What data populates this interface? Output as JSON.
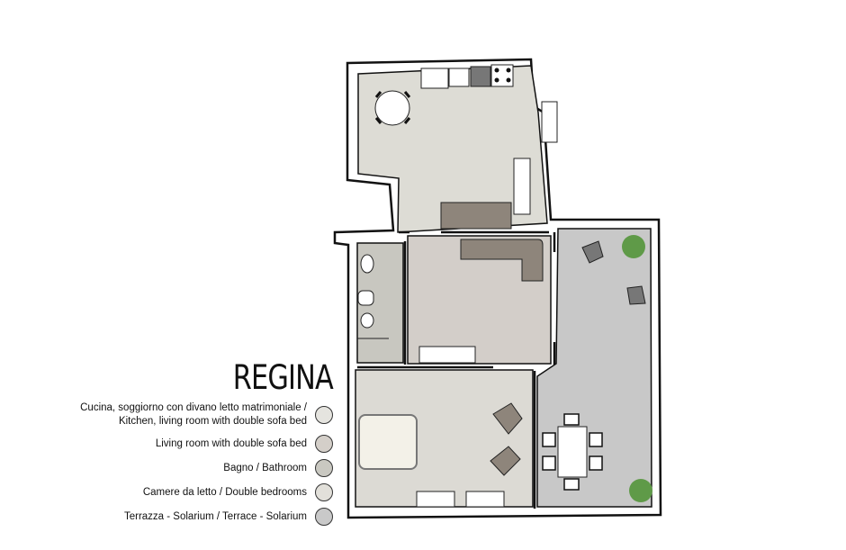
{
  "title": "REGINA",
  "legend": [
    {
      "label_line1": "Cucina, soggiorno con divano letto matrimoniale /",
      "label_line2": "Kitchen, living room with double sofa bed",
      "color": "#e5e4df"
    },
    {
      "label_line1": "Living room with double sofa bed",
      "color": "#d4cfc9"
    },
    {
      "label_line1": "Bagno / Bathroom",
      "color": "#c9c8c1"
    },
    {
      "label_line1": "Camere da letto / Double bedrooms",
      "color": "#e2e0da"
    },
    {
      "label_line1": "Terrazza - Solarium / Terrace - Solarium",
      "color": "#c9c9c9"
    }
  ],
  "colors": {
    "kitchen": "#dddcd5",
    "living": "#d3cec9",
    "bathroom": "#c8c7c0",
    "bedroom": "#dcdad4",
    "terrace": "#c8c8c8",
    "sofa": "#8e857b",
    "plant": "#5f9a48",
    "wall": "#111111"
  }
}
